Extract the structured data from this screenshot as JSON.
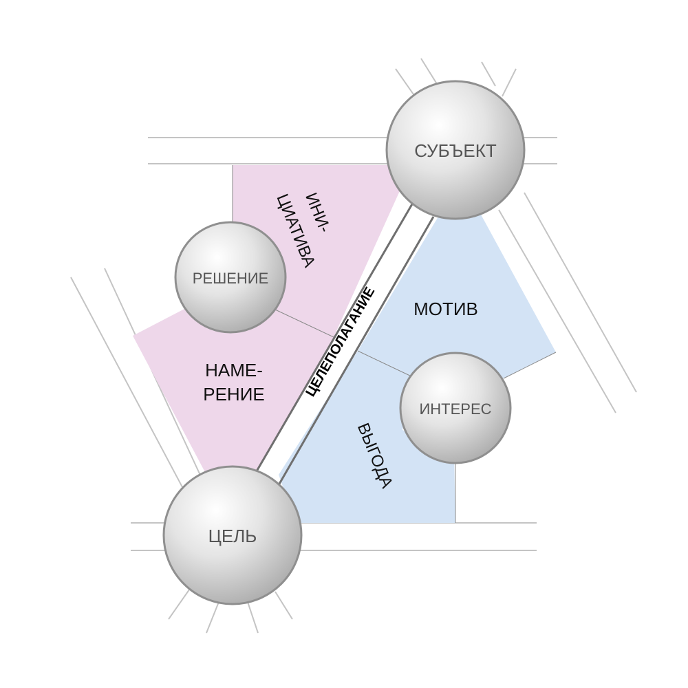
{
  "diagram": {
    "nodes": {
      "subject": "СУБЪЕКТ",
      "goal": "ЦЕЛЬ",
      "decision": "РЕШЕНИЕ",
      "interest": "ИНТЕРЕС"
    },
    "regions": {
      "initiative_line1": "ИНИ-",
      "initiative_line2": "ЦИАТИВА",
      "intention_line1": "НАМЕ-",
      "intention_line2": "РЕНИЕ",
      "motive": "МОТИВ",
      "benefit": "ВЫГОДА"
    },
    "band": "ЦЕЛЕПОЛАГАНИЕ"
  },
  "colors": {
    "pink": "#eed7ea",
    "blue": "#d3e3f5",
    "line": "#b8b8b8",
    "sphere_stroke": "#8f8f8f"
  }
}
